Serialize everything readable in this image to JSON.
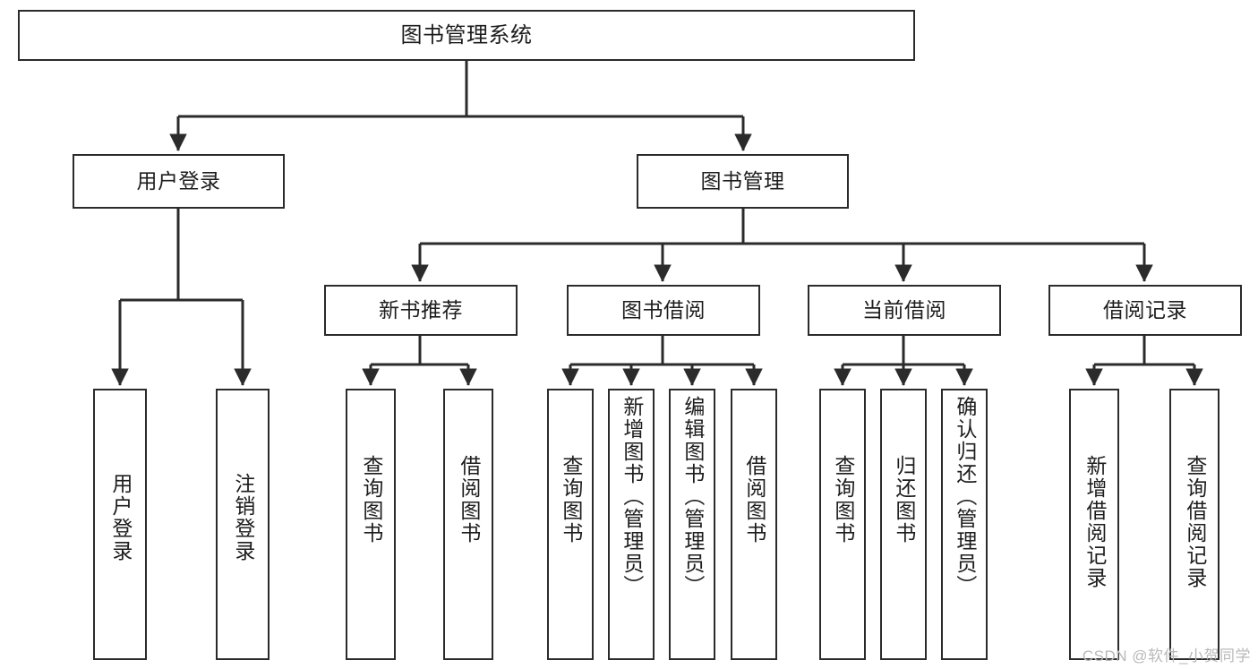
{
  "diagram": {
    "title": "图书管理系统",
    "watermark": "CSDN @软件_小贺同学",
    "line_color": "#2b2b2b",
    "box_fill": "#ffffff",
    "text_color": "#1d1d1d",
    "levels": {
      "root": [
        "图书管理系统"
      ],
      "level2": [
        "用户登录",
        "图书管理"
      ],
      "level3": [
        "新书推荐",
        "图书借阅",
        "当前借阅",
        "借阅记录"
      ],
      "level4": [
        "用户登录",
        "注销登录",
        "查询图书",
        "借阅图书",
        "查询图书",
        "新增图书（管理员）",
        "编辑图书（管理员）",
        "借阅图书",
        "查询图书",
        "归还图书",
        "确认归还（管理员）",
        "新增借阅记录",
        "查询借阅记录"
      ]
    },
    "nodes": {
      "root": {
        "label": "图书管理系统"
      },
      "user_login": {
        "label": "用户登录"
      },
      "book_manage": {
        "label": "图书管理"
      },
      "new_book_rec": {
        "label": "新书推荐"
      },
      "book_borrow": {
        "label": "图书借阅"
      },
      "current_borrow": {
        "label": "当前借阅"
      },
      "borrow_record": {
        "label": "借阅记录"
      },
      "leaf_user_login": {
        "label": "用户登录"
      },
      "leaf_logout": {
        "label": "注销登录"
      },
      "leaf_query_book_1": {
        "label": "查询图书"
      },
      "leaf_borrow_book_1": {
        "label": "借阅图书"
      },
      "leaf_query_book_2": {
        "label": "查询图书"
      },
      "leaf_add_book_admin": {
        "label": "新增图书（管理员）"
      },
      "leaf_edit_book_admin": {
        "label": "编辑图书（管理员）"
      },
      "leaf_borrow_book_2": {
        "label": "借阅图书"
      },
      "leaf_query_book_3": {
        "label": "查询图书"
      },
      "leaf_return_book": {
        "label": "归还图书"
      },
      "leaf_confirm_return_admin": {
        "label": "确认归还（管理员）"
      },
      "leaf_add_borrow_record": {
        "label": "新增借阅记录"
      },
      "leaf_query_borrow_record": {
        "label": "查询借阅记录"
      }
    }
  }
}
